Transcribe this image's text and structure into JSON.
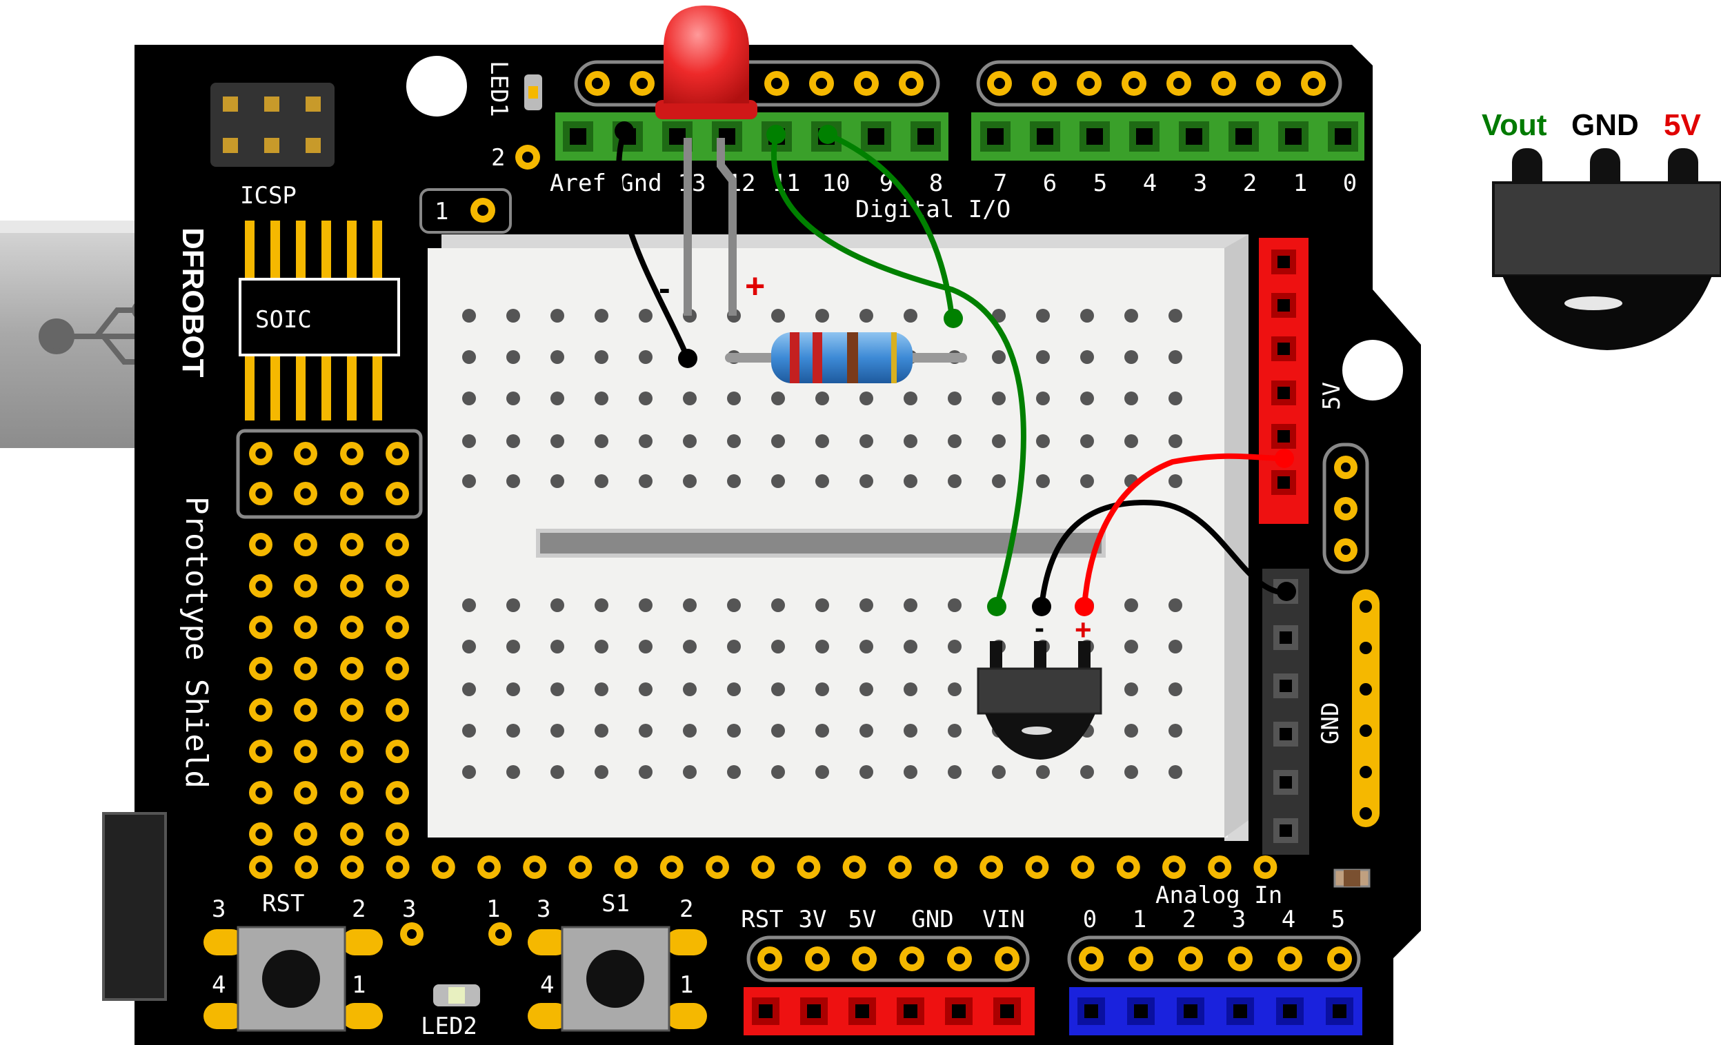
{
  "board": {
    "brand": "DFROBOT",
    "name": "Prototype Shield",
    "icsp": "ICSP",
    "soic": "SOIC",
    "led1": "LED1",
    "led2": "LED2",
    "digital_label": "Digital I/O",
    "analog_label": "Analog In",
    "rst_label": "RST",
    "s1_label": "S1",
    "label_5v": "5V",
    "label_gnd": "GND",
    "pin_1": "1",
    "pin_2": "2",
    "pin_3": "3",
    "pin_4": "4",
    "header1": "1",
    "led1_pin2": "2",
    "digital_pins": [
      "Aref",
      "Gnd",
      "13",
      "12",
      "11",
      "10",
      "9",
      "8",
      "7",
      "6",
      "5",
      "4",
      "3",
      "2",
      "1",
      "0"
    ],
    "power_pins": [
      "RST",
      "3V",
      "5V",
      "GND",
      "VIN"
    ],
    "analog_pins": [
      "0",
      "1",
      "2",
      "3",
      "4",
      "5"
    ]
  },
  "breadboard": {
    "minus": "-",
    "plus": "+",
    "sensor_minus": "-",
    "sensor_plus": "+"
  },
  "sensor_legend": {
    "vout": "Vout",
    "gnd": "GND",
    "v5": "5V",
    "vout_color": "#007a00",
    "gnd_color": "#000000",
    "v5_color": "#e00000"
  },
  "colors": {
    "board": "#000000",
    "pad": "#f5b800",
    "header_green": "#3aa02a",
    "header_red": "#ee1111",
    "header_blue": "#1a22dd",
    "wire_green": "#008000",
    "wire_red": "#ff0000",
    "wire_black": "#000000",
    "led": "#ee2222"
  },
  "icons": [
    "usb-icon",
    "led-icon",
    "resistor-icon",
    "temperature-sensor-icon",
    "push-button-icon"
  ]
}
